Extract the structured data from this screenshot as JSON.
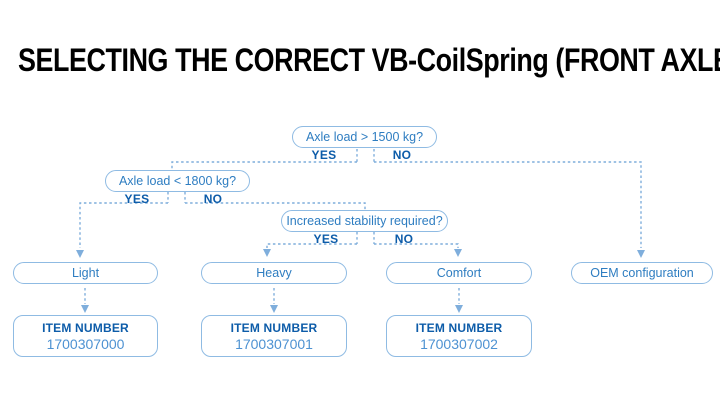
{
  "title": "SELECTING THE CORRECT VB-CoilSpring (FRONT AXLE)",
  "colors": {
    "background": "#ffffff",
    "title_text": "#000000",
    "line_blue": "#7faedc",
    "border_blue": "#8fbbe3",
    "box_text_blue": "#2e7dc1",
    "label_dark_blue": "#0d5ca9",
    "item_number_blue": "#4e92d2"
  },
  "flowchart": {
    "decisions": [
      {
        "question": "Axle load > 1500 kg?",
        "yes_label": "YES",
        "no_label": "NO"
      },
      {
        "question": "Axle load < 1800 kg?",
        "yes_label": "YES",
        "no_label": "NO"
      },
      {
        "question": "Increased stability required?",
        "yes_label": "YES",
        "no_label": "NO"
      }
    ],
    "outcomes": [
      {
        "label": "Light",
        "item_number_heading": "ITEM NUMBER",
        "item_number": "1700307000"
      },
      {
        "label": "Heavy",
        "item_number_heading": "ITEM NUMBER",
        "item_number": "1700307001"
      },
      {
        "label": "Comfort",
        "item_number_heading": "ITEM NUMBER",
        "item_number": "1700307002"
      },
      {
        "label": "OEM configuration"
      }
    ]
  }
}
